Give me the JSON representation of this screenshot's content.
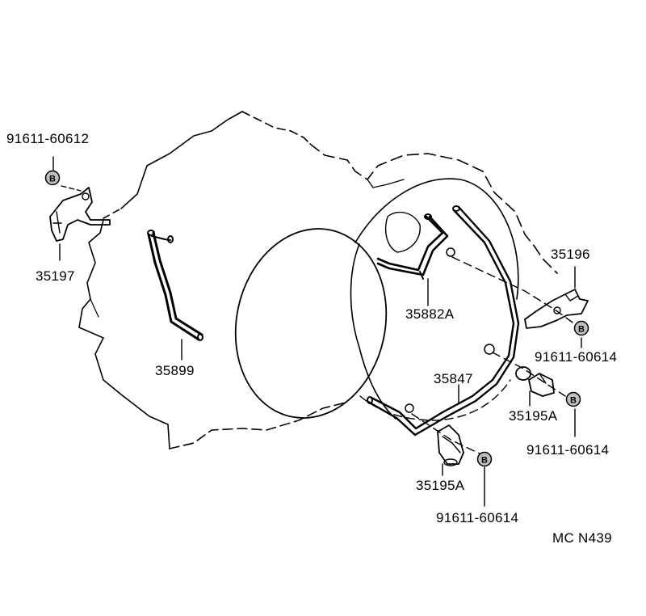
{
  "diagram": {
    "catalog_code": "MC N439",
    "bolt_marker": "B",
    "parts": {
      "bolt_top_left": "91611-60612",
      "clamp_left": "35197",
      "tube_left": "35899",
      "tube_center": "35882A",
      "clamp_right_top": "35196",
      "bolt_right_top": "91611-60614",
      "tube_lower": "35847",
      "clamp_right_mid": "35195A",
      "bolt_right_mid": "91611-60614",
      "clamp_bottom": "35195A",
      "bolt_bottom": "91611-60614"
    }
  }
}
